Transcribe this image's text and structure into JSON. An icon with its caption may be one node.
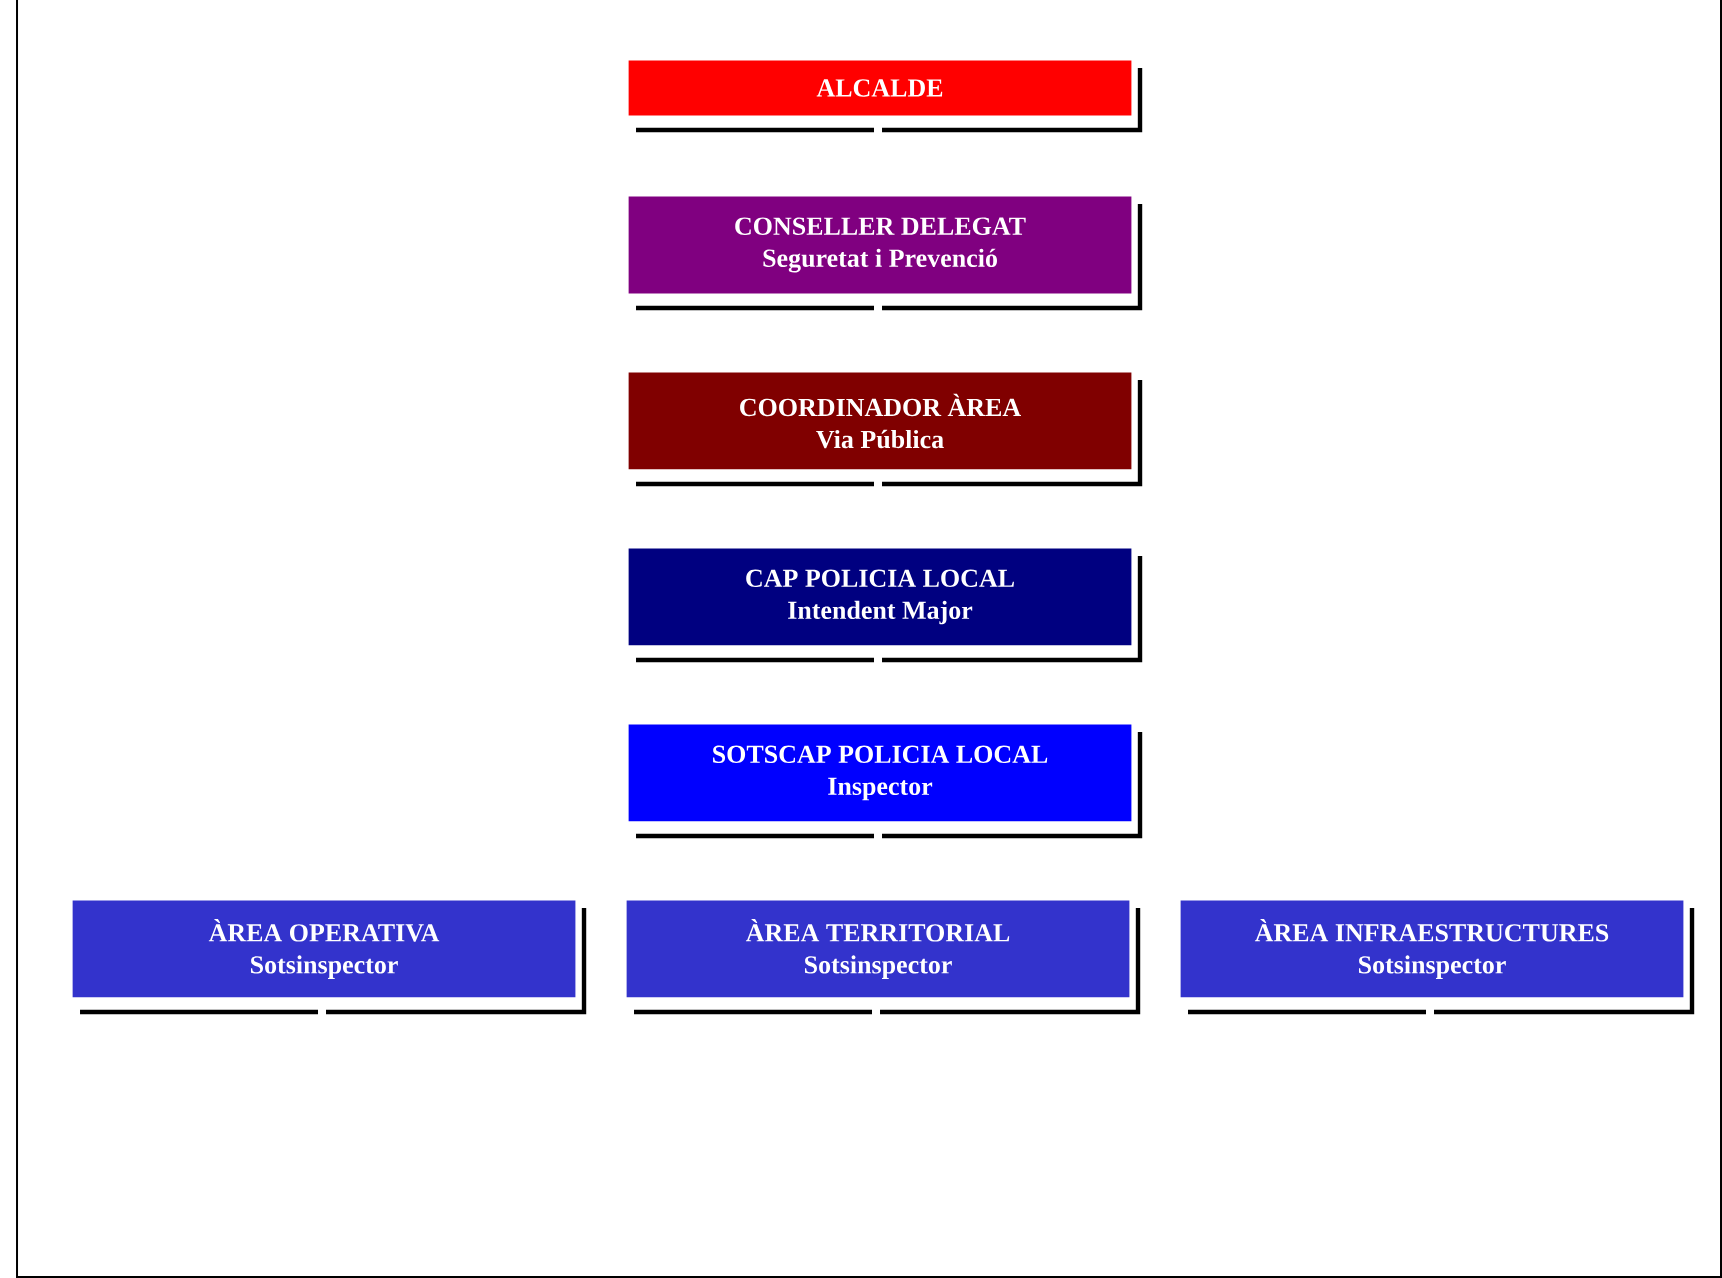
{
  "diagram": {
    "nodes": [
      {
        "text": [
          "ALCALDE"
        ]
      },
      {
        "text": [
          "CONSELLER DELEGAT",
          "Seguretat i Prevenció"
        ]
      },
      {
        "text": [
          "COORDINADOR ÀREA",
          "Via Pública"
        ]
      },
      {
        "text": [
          "CAP POLICIA LOCAL",
          "Intendent Major"
        ]
      },
      {
        "text": [
          "SOTSCAP POLICIA LOCAL",
          "Inspector"
        ]
      },
      {
        "text": [
          "ÀREA OPERATIVA",
          "Sotsinspector"
        ]
      },
      {
        "text": [
          "ÀREA TERRITORIAL",
          "Sotsinspector"
        ]
      },
      {
        "text": [
          "ÀREA INFRAESTRUCTURES",
          "Sotsinspector"
        ]
      }
    ]
  }
}
